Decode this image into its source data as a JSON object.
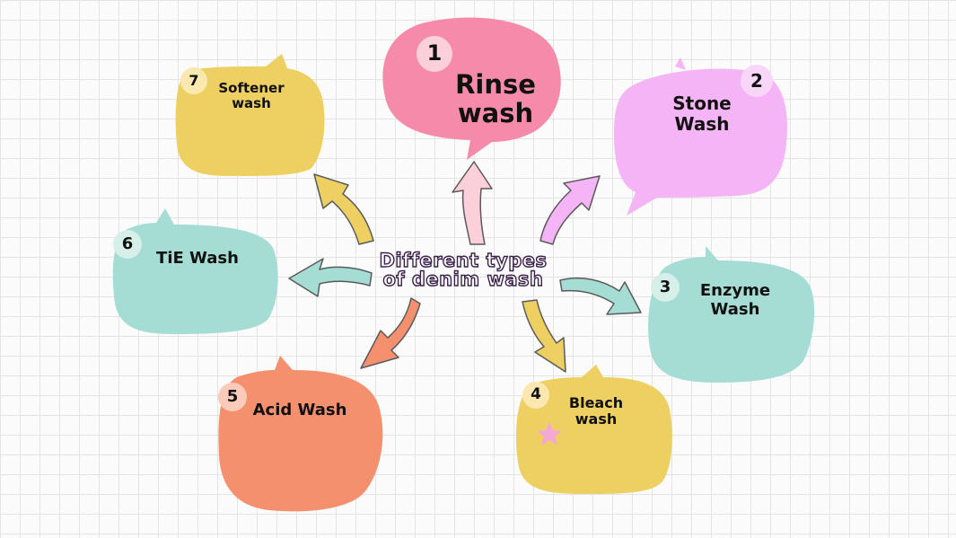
{
  "title": "Different types\nof denim wash",
  "colors": {
    "pink": "#f58aaa",
    "violet": "#f4b4f5",
    "teal": "#a5ddd4",
    "yellow": "#edd061",
    "salmon": "#f5906f",
    "badge_pink": "#fbd0db",
    "badge_violet": "#f7d6f7",
    "badge_teal": "#d6efe9",
    "badge_yellow": "#fae8b0",
    "badge_salmon": "#fbcbb9",
    "arrow_stroke": "#5a5a5a",
    "star": "#f4a8d6"
  },
  "nodes": [
    {
      "number": "1",
      "label": "Rinse\nwash"
    },
    {
      "number": "2",
      "label": "Stone\nWash"
    },
    {
      "number": "3",
      "label": "Enzyme\nWash"
    },
    {
      "number": "4",
      "label": "Bleach\nwash"
    },
    {
      "number": "5",
      "label": "Acid Wash"
    },
    {
      "number": "6",
      "label": "TiE Wash"
    },
    {
      "number": "7",
      "label": "Softener\nwash"
    }
  ]
}
